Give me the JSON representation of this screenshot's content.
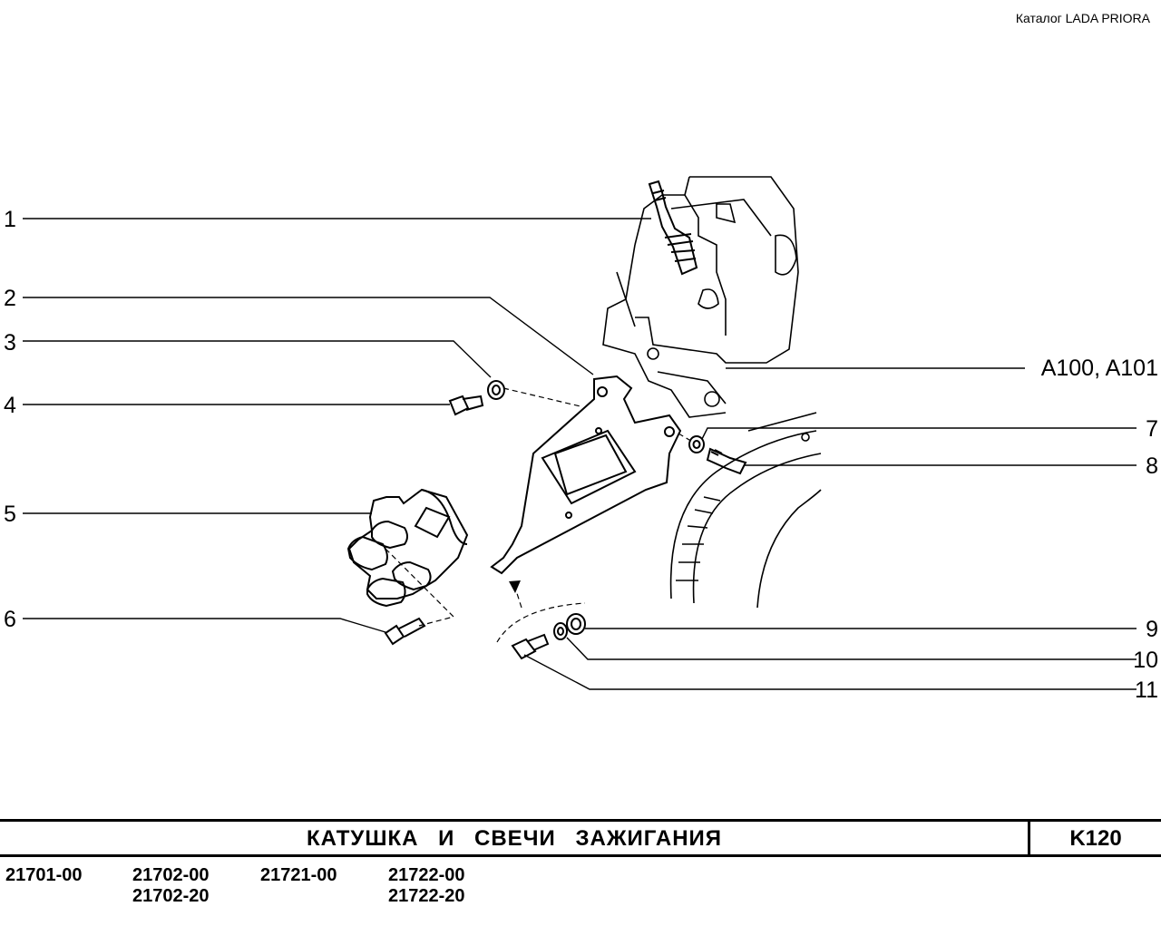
{
  "header": {
    "catalog": "Каталог  LADA  PRIORA"
  },
  "callouts": {
    "left": [
      "1",
      "2",
      "3",
      "4",
      "5",
      "6"
    ],
    "right": [
      "7",
      "8",
      "9",
      "10",
      "11"
    ],
    "ref": "A100, A101"
  },
  "title": {
    "text": "КАТУШКА  И  СВЕЧИ  ЗАЖИГАНИЯ",
    "code": "K120"
  },
  "models": {
    "col1": [
      "21701-00"
    ],
    "col2": [
      "21702-00",
      "21702-20"
    ],
    "col3": [
      "21721-00"
    ],
    "col4": [
      "21722-00",
      "21722-20"
    ]
  }
}
